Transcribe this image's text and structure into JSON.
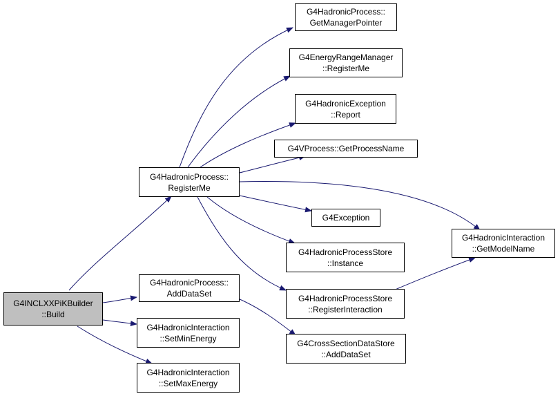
{
  "colors": {
    "edge": "#191970",
    "root_fill": "#bfbfbf",
    "node_fill": "#ffffff",
    "border": "#000000"
  },
  "nodes": {
    "root": {
      "line1": "G4INCLXXPiKBuilder",
      "line2": "::Build"
    },
    "register_me": {
      "line1": "G4HadronicProcess::",
      "line2": "RegisterMe"
    },
    "add_data_set": {
      "line1": "G4HadronicProcess::",
      "line2": "AddDataSet"
    },
    "set_min_energy": {
      "line1": "G4HadronicInteraction",
      "line2": "::SetMinEnergy"
    },
    "set_max_energy": {
      "line1": "G4HadronicInteraction",
      "line2": "::SetMaxEnergy"
    },
    "get_manager_pointer": {
      "line1": "G4HadronicProcess::",
      "line2": "GetManagerPointer"
    },
    "energy_range_register": {
      "line1": "G4EnergyRangeManager",
      "line2": "::RegisterMe"
    },
    "exception_report": {
      "line1": "G4HadronicException",
      "line2": "::Report"
    },
    "get_process_name": {
      "line1": "G4VProcess::GetProcessName"
    },
    "g4exception": {
      "line1": "G4Exception"
    },
    "store_instance": {
      "line1": "G4HadronicProcessStore",
      "line2": "::Instance"
    },
    "store_register_interaction": {
      "line1": "G4HadronicProcessStore",
      "line2": "::RegisterInteraction"
    },
    "get_model_name": {
      "line1": "G4HadronicInteraction",
      "line2": "::GetModelName"
    },
    "xs_add_data_set": {
      "line1": "G4CrossSectionDataStore",
      "line2": "::AddDataSet"
    }
  }
}
